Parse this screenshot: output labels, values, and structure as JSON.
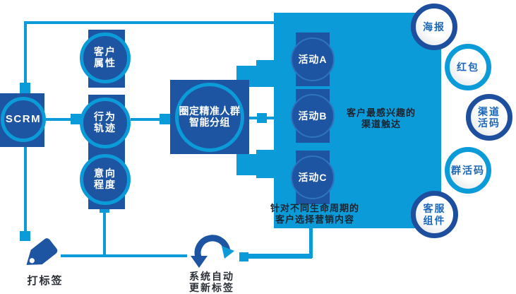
{
  "colors": {
    "bright_blue": "#0a9bd8",
    "navy_blue": "#1d55a3",
    "channel_ring_navy": "#1d4f9e",
    "channel_text_blue": "#1b66b9",
    "dark_label_text": "#1b2430",
    "white": "#ffffff"
  },
  "scrm": {
    "label": "SCRM"
  },
  "profile_nodes": [
    {
      "id": "customer-attributes",
      "lines": [
        "客户",
        "属性"
      ]
    },
    {
      "id": "behavior-track",
      "lines": [
        "行为",
        "轨迹"
      ]
    },
    {
      "id": "intention-level",
      "lines": [
        "意向",
        "程度"
      ]
    }
  ],
  "grouping_node": {
    "lines": [
      "圈定精准人群",
      "智能分组"
    ]
  },
  "campaign_box": {
    "activities": [
      {
        "label": "活动A"
      },
      {
        "label": "活动B"
      },
      {
        "label": "活动C"
      }
    ],
    "caption_lines": [
      "客户最感兴趣的",
      "渠道触达"
    ],
    "footnote_lines": [
      "针对不同生命周期的",
      "客户选择营销内容"
    ]
  },
  "channels": [
    {
      "id": "poster",
      "ring": "navy",
      "lines": [
        "海报"
      ]
    },
    {
      "id": "red-packet",
      "ring": "bright",
      "lines": [
        "红包"
      ]
    },
    {
      "id": "channel-live-code",
      "ring": "navy",
      "lines": [
        "渠道",
        "活码"
      ]
    },
    {
      "id": "group-live-code",
      "ring": "bright",
      "lines": [
        "群活码"
      ]
    },
    {
      "id": "service-widget",
      "ring": "navy",
      "lines": [
        "客服",
        "组件"
      ]
    }
  ],
  "feedback": [
    {
      "icon": "tag-icon",
      "lines": [
        "打标签"
      ]
    },
    {
      "icon": "refresh-icon",
      "lines": [
        "系统自动",
        "更新标签"
      ]
    }
  ]
}
